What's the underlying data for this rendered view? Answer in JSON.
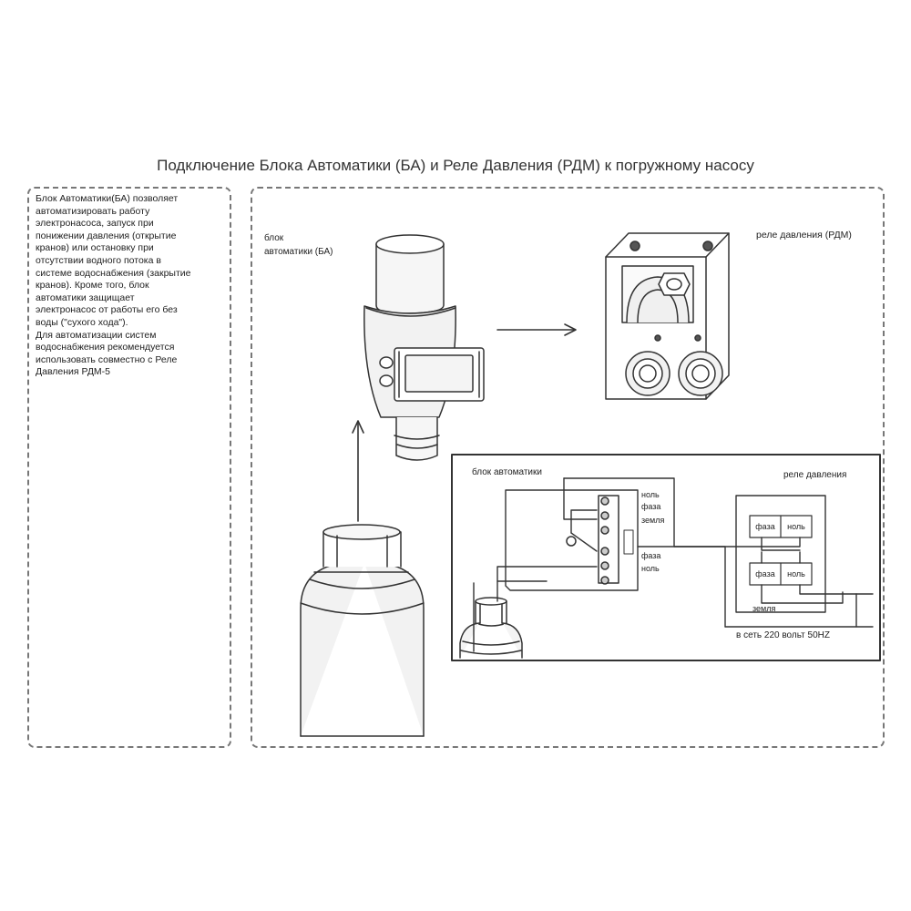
{
  "title": "Подключение Блока Автоматики (БА) и Реле Давления (РДМ) к погружному насосу",
  "description": "Блок Автоматики(БА)  позволяет\nавтоматизировать работу\nэлектронасоса, запуск при\nпонижении давления (открытие\nкранов) или остановку при\nотсутствии водного потока в\nсистеме водоснабжения (закрытие\nкранов). Кроме того, блок\nавтоматики  защищает\nэлектронасос от работы его без\nводы (\"сухого хода\").\nДля автоматизации систем\nводоснабжения рекомендуется\nиспользовать совместно с Реле\nДавления РДМ-5",
  "labels": {
    "ba_line1": "блок",
    "ba_line2": "автоматики (БА)",
    "rdm": "реле давления (РДМ)"
  },
  "wiring": {
    "block_label": "блок автоматики",
    "relay_label": "реле давления",
    "terminals": [
      "ноль",
      "фаза",
      "земля",
      "фаза",
      "ноль"
    ],
    "relay_top": [
      "фаза",
      "ноль"
    ],
    "relay_bottom": [
      "фаза",
      "ноль"
    ],
    "ground_label": "земля",
    "mains_label": "в сеть 220 вольт 50HZ"
  }
}
